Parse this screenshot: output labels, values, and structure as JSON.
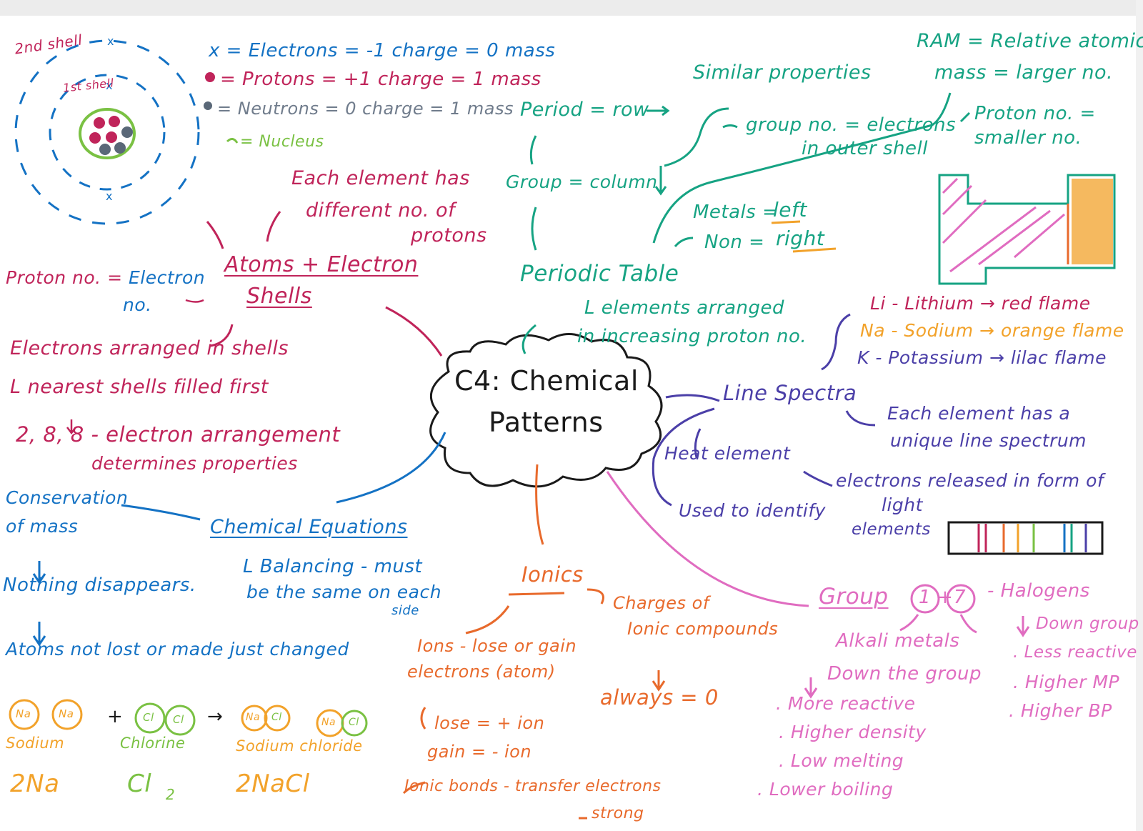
{
  "center": {
    "line1": "C4: Chemical",
    "line2": "Patterns"
  },
  "atom": {
    "label_2nd_shell": "2nd shell",
    "label_1st_shell": "1st shell",
    "key_electrons": "x = Electrons = -1 charge = 0 mass",
    "key_protons": "= Protons = +1 charge = 1 mass",
    "key_neutrons": "= Neutrons = 0 charge = 1 mass",
    "key_nucleus": "= Nucleus"
  },
  "atoms_branch": {
    "title_line1": "Atoms + Electron",
    "title_line2": "Shells",
    "each_element_line1": "Each element has",
    "each_element_line2": "different no. of",
    "each_element_line3": "protons",
    "proton_electron_line1": "Proton no. =",
    "proton_electron_line1b": "Electron",
    "proton_electron_line2": "no.",
    "arranged": "Electrons arranged in shells",
    "nearest": "L nearest shells filled first",
    "arrangement_line1": "2, 8, 8 - electron arrangement",
    "arrangement_line2": "determines properties"
  },
  "equations_branch": {
    "title": "Chemical Equations",
    "conservation_line1": "Conservation",
    "conservation_line2": "of mass",
    "nothing": "Nothing disappears.",
    "atoms_not_lost": "Atoms not lost or made just changed",
    "balancing_line1": "L Balancing - must",
    "balancing_line2": "be the same on each",
    "balancing_line3": "side",
    "na_symbol": "Na",
    "cl_symbol": "Cl",
    "nacl_symbol": "NaCl",
    "plus": "+",
    "arrow": "→",
    "sodium": "Sodium",
    "chlorine": "Chlorine",
    "sodium_chloride": "Sodium chloride",
    "formula_na": "2Na",
    "formula_cl": "Cl",
    "formula_cl_sub": "2",
    "formula_nacl": "2NaCl"
  },
  "periodic_branch": {
    "title": "Periodic Table",
    "period": "Period = row",
    "group": "Group = column",
    "similar": "Similar properties",
    "group_no_line1": "group no. = electrons",
    "group_no_line2": "in outer shell",
    "metals_prefix": "Metals =",
    "metals_value": "left",
    "non_prefix": "Non =",
    "non_value": "right",
    "arranged_line1": "L elements arranged",
    "arranged_line2": "in increasing proton no.",
    "ram_line1": "RAM = Relative atomic",
    "ram_line2": "mass = larger no.",
    "proton_line1": "Proton no. =",
    "proton_line2": "smaller no."
  },
  "spectra_branch": {
    "title": "Line Spectra",
    "li": "Li - Lithium → red flame",
    "na": "Na - Sodium → orange flame",
    "k": "K - Potassium → lilac flame",
    "unique_line1": "Each element has a",
    "unique_line2": "unique line spectrum",
    "heat": "Heat element",
    "released_line1": "electrons released in form of",
    "released_line2": "light",
    "used_to_identify": "Used to identify",
    "elements": "elements"
  },
  "groups_branch": {
    "title": "Group",
    "one": "1",
    "plus": "+",
    "seven": "7",
    "halogens": "- Halogens",
    "alkali": "Alkali metals",
    "down_group": "Down the group",
    "more_reactive": ". More reactive",
    "higher_density": ". Higher density",
    "low_melting": ". Low melting",
    "lower_boiling": ". Lower boiling",
    "hal_down_group": "Down group",
    "less_reactive": ". Less reactive",
    "higher_mp": ". Higher MP",
    "higher_bp": ". Higher BP"
  },
  "ionic_branch": {
    "title": "Ionics",
    "ions_line1": "Ions - lose or gain",
    "ions_line2": "electrons (atom)",
    "lose": "lose = + ion",
    "gain": "gain = - ion",
    "bonds": "Ionic bonds - transfer electrons",
    "strong": "strong",
    "charges_line1": "Charges of",
    "charges_line2": "Ionic compounds",
    "always": "always = 0"
  },
  "colors": {
    "red": "#c0245a",
    "blue": "#1472c4",
    "green": "#16a383",
    "purple": "#4b3fa8",
    "pink": "#e06cc0",
    "orange": "#e86a2c",
    "amber": "#f2a22a",
    "lime": "#7ac143"
  },
  "icons": [
    "atom-diagram",
    "periodic-table-sketch",
    "line-spectrum-bar",
    "cloud-shape"
  ]
}
